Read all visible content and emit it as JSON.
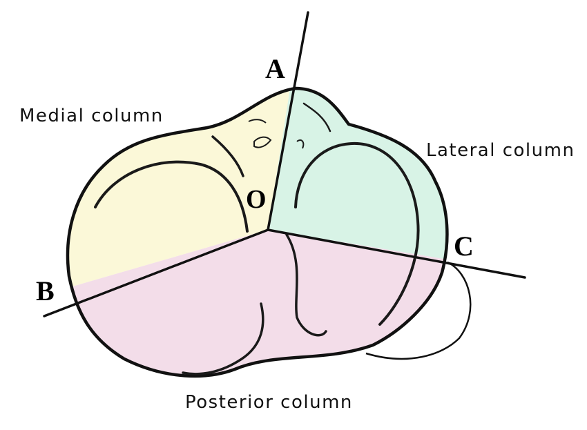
{
  "labels": {
    "medial": "Medial column",
    "lateral": "Lateral column",
    "posterior": "Posterior column"
  },
  "points": {
    "a": "A",
    "o": "O",
    "b": "B",
    "c": "C"
  },
  "colors": {
    "medial_fill": "#fbf8d8",
    "lateral_fill": "#d8f3e6",
    "posterior_fill": "#f3dde9",
    "outline": "#111111"
  }
}
